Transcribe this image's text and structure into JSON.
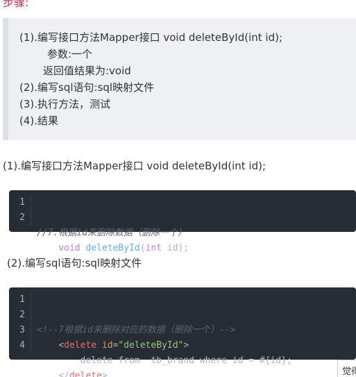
{
  "heading_partial": "步骤:",
  "steps_box": {
    "lines": [
      "(1).编写接口方法Mapper接口  void deleteById(int id);",
      "参数:一个",
      "返回值结果为:void",
      "(2).编写sql语句:sql映射文件",
      "(3).执行方法，测试",
      "(4).结果"
    ]
  },
  "section1_title": "(1).编写接口方法Mapper接口  void deleteById(int id);",
  "code1": {
    "line_numbers": [
      "1",
      "2"
    ],
    "line1_comment": "//7.根据id来删除数据（删除一个）",
    "line2": {
      "indent": "    ",
      "keyword": "void",
      "func": "deleteById",
      "open": "(",
      "type": "int",
      "rest": " id);"
    }
  },
  "section2_title": "(2).编写sql语句:sql映射文件",
  "code2": {
    "line_numbers": [
      "1",
      "2",
      "3",
      "4"
    ],
    "line1_comment": "<!--7根据id来删除对应的数据（删除一个）-->",
    "line2": {
      "indent": "    ",
      "open": "<",
      "tag": "delete",
      "sp": " ",
      "attr": "id",
      "eq": "=",
      "value": "\"deleteById\"",
      "close": ">"
    },
    "line3": "        delete from  tb_brand where id = #{id};",
    "line4": {
      "indent": "    ",
      "open": "</",
      "tag": "delete",
      "close": ">"
    }
  },
  "corner_button_label": "觉得"
}
